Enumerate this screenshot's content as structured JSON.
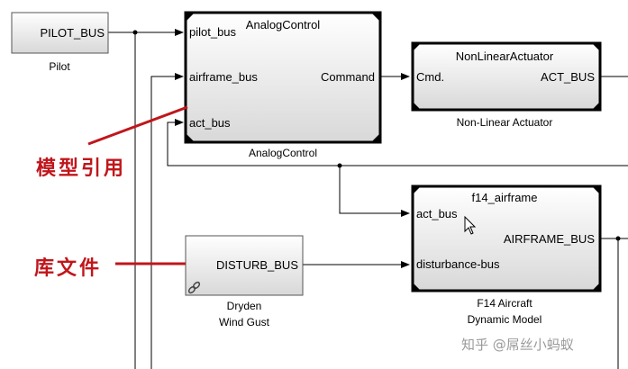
{
  "colors": {
    "wire": "#000000",
    "block_fill_top": "#ffffff",
    "block_fill_bottom": "#dcdcdc",
    "annotation": "#c0161b",
    "watermark": "#9a9a9a"
  },
  "blocks": {
    "pilot": {
      "port": "PILOT_BUS",
      "caption": "Pilot"
    },
    "analog_control": {
      "title": "AnalogControl",
      "in1": "pilot_bus",
      "in2": "airframe_bus",
      "in3": "act_bus",
      "out": "Command",
      "caption": "AnalogControl"
    },
    "nonlinear_actuator": {
      "title": "NonLinearActuator",
      "in": "Cmd.",
      "out": "ACT_BUS",
      "caption": "Non-Linear Actuator"
    },
    "f14_airframe": {
      "title": "f14_airframe",
      "in1": "act_bus",
      "in2": "disturbance-bus",
      "out": "AIRFRAME_BUS",
      "caption_line1": "F14 Aircraft",
      "caption_line2": "Dynamic Model"
    },
    "dryden": {
      "port": "DISTURB_BUS",
      "caption_line1": "Dryden",
      "caption_line2": "Wind Gust",
      "icon": "library-link-icon"
    }
  },
  "annotations": {
    "model_ref": "模型引用",
    "library_file": "库文件"
  },
  "watermark": "知乎 @屌丝小蚂蚁"
}
